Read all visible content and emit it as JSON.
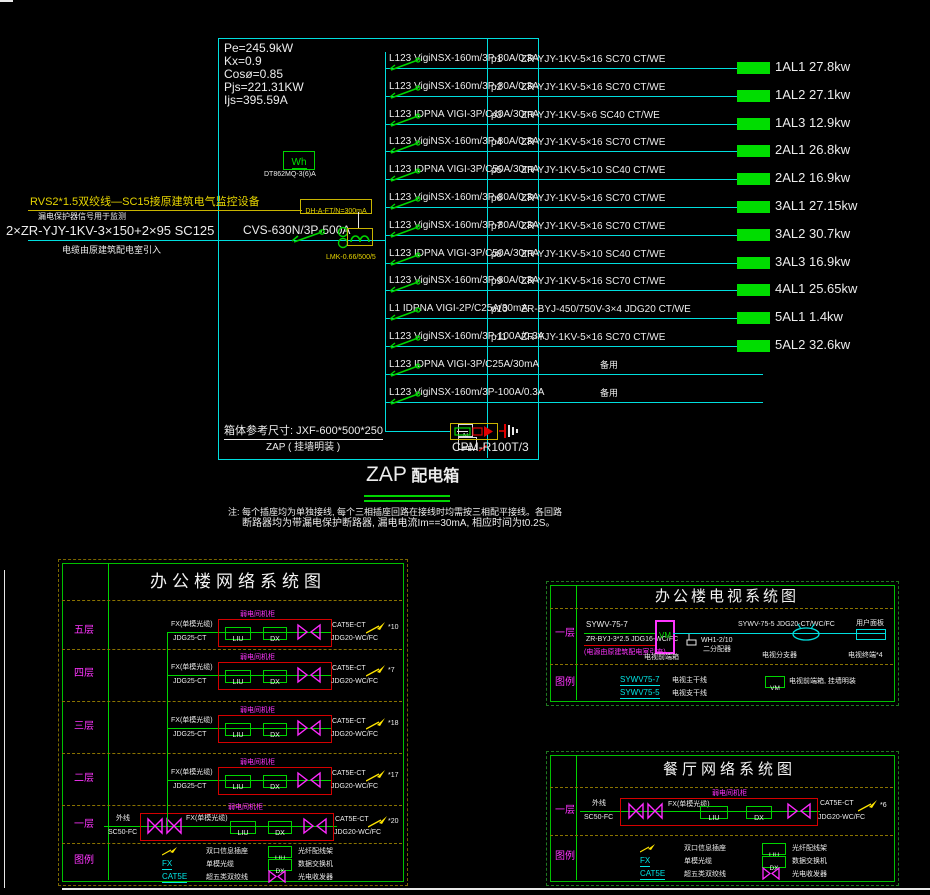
{
  "panel": {
    "params": [
      "Pe=245.9kW",
      "Kx=0.9",
      "Cosø=0.85",
      "Pjs=221.31KW",
      "Ijs=395.59A"
    ],
    "meter": {
      "symbol": "Wh",
      "model": "DT862MQ-3(6)A"
    },
    "monitor_line": {
      "label": "RVS2*1.5双绞线—SC15接原建筑电气监控设备",
      "note": "漏电保护器信号用于监测"
    },
    "incoming": {
      "label": "2×ZR-YJY-1KV-3×150+2×95 SC125",
      "note": "电缆由原建筑配电室引入"
    },
    "main_breaker": "CVS-630N/3P-500A",
    "ct_label": "LMK-0.66/500/5",
    "rcd_label": "DH-A-FT/N=300mA",
    "circuits": [
      {
        "breaker": "L123 VigiNSX-160m/3P-80A/0.3A",
        "no": "p1",
        "cable": "ZR-YJY-1KV-5×16 SC70 CT/WE",
        "load": "1AL1 27.8kw"
      },
      {
        "breaker": "L123 VigiNSX-160m/3P-80A/0.3A",
        "no": "p2",
        "cable": "ZR-YJY-1KV-5×16 SC70 CT/WE",
        "load": "1AL2 27.1kw"
      },
      {
        "breaker": "L123 IDPNA VIGI-3P/C40A/30mA",
        "no": "p3",
        "cable": "ZR-YJY-1KV-5×6 SC40 CT/WE",
        "load": "1AL3 12.9kw"
      },
      {
        "breaker": "L123 VigiNSX-160m/3P-80A/0.3A",
        "no": "p4",
        "cable": "ZR-YJY-1KV-5×16 SC70 CT/WE",
        "load": "2AL1 26.8kw"
      },
      {
        "breaker": "L123 IDPNA VIGI-3P/C50A/30mA",
        "no": "p5",
        "cable": "ZR-YJY-1KV-5×10 SC40 CT/WE",
        "load": "2AL2 16.9kw"
      },
      {
        "breaker": "L123 VigiNSX-160m/3P-80A/0.3A",
        "no": "p6",
        "cable": "ZR-YJY-1KV-5×16 SC70 CT/WE",
        "load": "3AL1 27.15kw"
      },
      {
        "breaker": "L123 VigiNSX-160m/3P-80A/0.3A",
        "no": "p7",
        "cable": "ZR-YJY-1KV-5×16 SC70 CT/WE",
        "load": "3AL2 30.7kw"
      },
      {
        "breaker": "L123 IDPNA VIGI-3P/C50A/30mA",
        "no": "p8",
        "cable": "ZR-YJY-1KV-5×10 SC40 CT/WE",
        "load": "3AL3 16.9kw"
      },
      {
        "breaker": "L123 VigiNSX-160m/3P-80A/0.3A",
        "no": "p9",
        "cable": "ZR-YJY-1KV-5×16 SC70 CT/WE",
        "load": "4AL1 25.65kw"
      },
      {
        "breaker": "L1 IDPNA VIGI-2P/C25A/30mA",
        "no": "p10",
        "cable": "ZR-BYJ-450/750V-3×4 JDG20 CT/WE",
        "load": "5AL1 1.4kw"
      },
      {
        "breaker": "L123 VigiNSX-160m/3P-100A/0.3A",
        "no": "p11",
        "cable": "ZR-YJY-1KV-5×16 SC70 CT/WE",
        "load": "5AL2 32.6kw"
      },
      {
        "breaker": "L123 IDPNA VIGI-3P/C25A/30mA",
        "no": "",
        "cable": "备用",
        "load": ""
      },
      {
        "breaker": "L123 VigiNSX-160m/3P-100A/0.3A",
        "no": "",
        "cable": "备用",
        "load": ""
      }
    ],
    "box_size": "箱体参考尺寸: JXF-600*500*250",
    "box_mount": "ZAP ( 挂墙明装 )",
    "n_label": "N",
    "pe_label": "PE",
    "spd_label": "CPM-R100T/3",
    "title_latin": "ZAP",
    "title_cn": "配电箱",
    "note_line1": "注: 每个插座均为单独接线, 每个三相插座回路在接线时均需按三相配平接线。各回路",
    "note_line2": "断路器均为带漏电保护断路器, 漏电电流Im==30mA, 相应时间为t0.2S。"
  },
  "office_network": {
    "title": "办公楼网络系统图",
    "legend_row_label": "图例",
    "floors": [
      {
        "name": "五层",
        "count": "*10"
      },
      {
        "name": "四层",
        "count": "*7"
      },
      {
        "name": "三层",
        "count": "*18"
      },
      {
        "name": "二层",
        "count": "*17"
      },
      {
        "name": "一层",
        "count": "*20"
      }
    ],
    "external_label": "外线",
    "external_cable": "SC50-FC",
    "fiber_label": "FX(单模光缆)",
    "fiber_conduit": "JDG25-CT",
    "cabinet_label": "弱电间机柜",
    "liu": "LIU",
    "dx": "DX",
    "cat_label": "CAT5E-CT",
    "cat_conduit": "JDG20-WC/FC"
  },
  "network_legend": {
    "left": [
      {
        "key": "",
        "sym": "arrow",
        "text": "双口信息插座"
      },
      {
        "key": "FX",
        "sym": "key",
        "text": "单模光缆"
      },
      {
        "key": "CAT5E",
        "sym": "key",
        "text": "超五类双绞线"
      }
    ],
    "right": [
      {
        "key": "LIU",
        "sym": "box",
        "text": "光纤配线架"
      },
      {
        "key": "DX",
        "sym": "box",
        "text": "数据交换机"
      },
      {
        "key": "",
        "sym": "bowtie",
        "text": "光电收发器"
      }
    ]
  },
  "office_tv": {
    "title": "办公楼电视系统图",
    "floor_label": "一层",
    "legend_row_label": "图例",
    "trunk_cable": "SYWV-75-7",
    "power_cable": "ZR-BYJ-3*2.5 JDG16-WC/FC",
    "power_note": "(电源由原建筑配电室引来)",
    "vm": "VM",
    "vm_label": "电视前端箱",
    "splitter": "WH1-2/10",
    "splitter_label": "二分配器",
    "branch_cable": "SYWV-75-5 JDG20-CT/WC/FC",
    "panel_label": "用户面板",
    "tap_label": "电视分支器",
    "terminal_label": "电视终端*4",
    "legend": [
      {
        "key": "SYWV75-7",
        "text": "电视主干线"
      },
      {
        "key": "SYWV75-5",
        "text": "电视支干线"
      }
    ],
    "legend_vm": {
      "key": "VM",
      "text": "电视前端箱, 挂墙明装"
    }
  },
  "restaurant_network": {
    "title": "餐厅网络系统图",
    "floor_label": "一层",
    "legend_row_label": "图例",
    "external_label": "外线",
    "external_cable": "SC50-FC",
    "fiber_label": "FX(单模光缆)",
    "cabinet_label": "弱电间机柜",
    "liu": "LIU",
    "dx": "DX",
    "cat_label": "CAT5E-CT",
    "cat_conduit": "JDG20-WC/FC",
    "count": "*6"
  }
}
